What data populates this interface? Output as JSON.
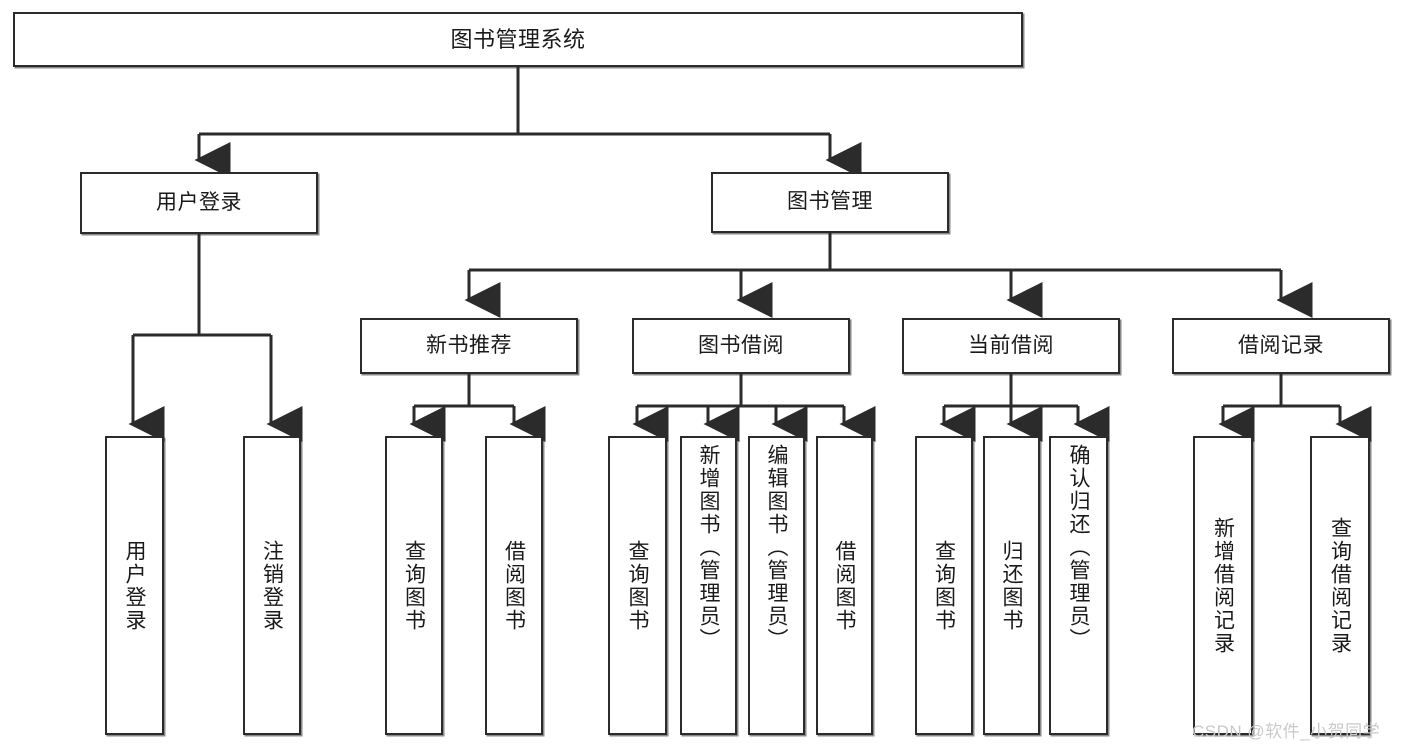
{
  "diagram": {
    "title": "图书管理系统",
    "watermark": "CSDN @软件_小贺同学",
    "colors": {
      "box_border": "#2b2b2b",
      "box_fill": "#ffffff",
      "connector": "#2b2b2b",
      "text": "#1a1a1a",
      "watermark": "#c9c9c9",
      "background": "#ffffff"
    },
    "nodes": {
      "root": {
        "label": "图书管理系统"
      },
      "level1": [
        {
          "id": "user-login",
          "label": "用户登录"
        },
        {
          "id": "book-management",
          "label": "图书管理"
        }
      ],
      "level2": [
        {
          "id": "new-book-recommend",
          "label": "新书推荐"
        },
        {
          "id": "book-borrow",
          "label": "图书借阅"
        },
        {
          "id": "current-borrow",
          "label": "当前借阅"
        },
        {
          "id": "borrow-record",
          "label": "借阅记录"
        }
      ],
      "leaves": {
        "user-login": [
          {
            "id": "leaf-user-login",
            "label": "用户登录"
          },
          {
            "id": "leaf-logout-login",
            "label": "注销登录"
          }
        ],
        "new-book-recommend": [
          {
            "id": "leaf-query-book-1",
            "label": "查询图书"
          },
          {
            "id": "leaf-borrow-book-1",
            "label": "借阅图书"
          }
        ],
        "book-borrow": [
          {
            "id": "leaf-query-book-2",
            "label": "查询图书"
          },
          {
            "id": "leaf-add-book",
            "label": "新增图书（管理员）"
          },
          {
            "id": "leaf-edit-book",
            "label": "编辑图书（管理员）"
          },
          {
            "id": "leaf-borrow-book-2",
            "label": "借阅图书"
          }
        ],
        "current-borrow": [
          {
            "id": "leaf-query-book-3",
            "label": "查询图书"
          },
          {
            "id": "leaf-return-book",
            "label": "归还图书"
          },
          {
            "id": "leaf-confirm-return",
            "label": "确认归还（管理员）"
          }
        ],
        "borrow-record": [
          {
            "id": "leaf-add-record",
            "label": "新增借阅记录"
          },
          {
            "id": "leaf-query-record",
            "label": "查询借阅记录"
          }
        ]
      }
    },
    "edges": [
      {
        "from": "root",
        "to": "user-login"
      },
      {
        "from": "root",
        "to": "book-management"
      },
      {
        "from": "user-login",
        "to": "leaf-user-login"
      },
      {
        "from": "user-login",
        "to": "leaf-logout-login"
      },
      {
        "from": "book-management",
        "to": "new-book-recommend"
      },
      {
        "from": "book-management",
        "to": "book-borrow"
      },
      {
        "from": "book-management",
        "to": "current-borrow"
      },
      {
        "from": "book-management",
        "to": "borrow-record"
      },
      {
        "from": "new-book-recommend",
        "to": "leaf-query-book-1"
      },
      {
        "from": "new-book-recommend",
        "to": "leaf-borrow-book-1"
      },
      {
        "from": "book-borrow",
        "to": "leaf-query-book-2"
      },
      {
        "from": "book-borrow",
        "to": "leaf-add-book"
      },
      {
        "from": "book-borrow",
        "to": "leaf-edit-book"
      },
      {
        "from": "book-borrow",
        "to": "leaf-borrow-book-2"
      },
      {
        "from": "current-borrow",
        "to": "leaf-query-book-3"
      },
      {
        "from": "current-borrow",
        "to": "leaf-return-book"
      },
      {
        "from": "current-borrow",
        "to": "leaf-confirm-return"
      },
      {
        "from": "borrow-record",
        "to": "leaf-add-record"
      },
      {
        "from": "borrow-record",
        "to": "leaf-query-record"
      }
    ]
  }
}
